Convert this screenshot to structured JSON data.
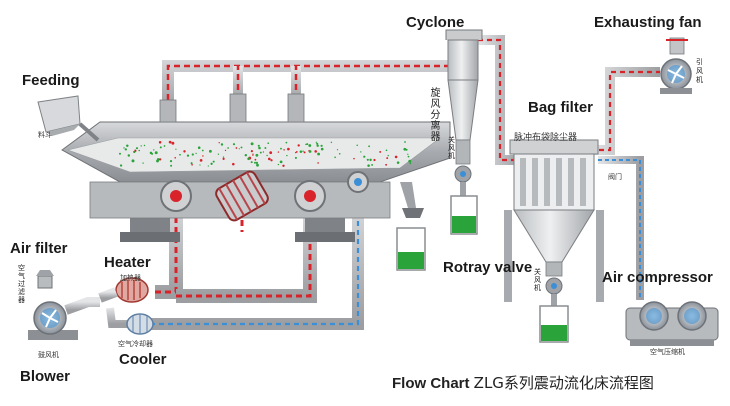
{
  "labels": {
    "feeding": "Feeding",
    "air_filter": "Air filter",
    "heater": "Heater",
    "blower": "Blower",
    "cooler": "Cooler",
    "cyclone": "Cyclone",
    "exhausting_fan": "Exhausting fan",
    "bag_filter": "Bag filter",
    "rotary_valve": "Rotray valve",
    "air_compressor": "Air compressor"
  },
  "cn_labels": {
    "feeding": "料斗",
    "air_filter": "空气过滤器",
    "blower": "鼓风机",
    "heater": "加热器",
    "cooler": "空气冷却器",
    "cyclone": "旋风分离器",
    "cyclone_valve": "关风机",
    "bag_filter": "脉冲布袋除尘器",
    "bag_valve": "关风机",
    "damper": "阀门",
    "exhausting_fan": "引风机",
    "air_compressor": "空气压缩机"
  },
  "title": {
    "en": "Flow Chart",
    "cn": "ZLG系列震动流化床流程图"
  },
  "colors": {
    "hot_air": "#d9232b",
    "cold_air": "#3a8fd6",
    "machine_gray": "#9a9da2",
    "product_green": "#2aa33a"
  }
}
